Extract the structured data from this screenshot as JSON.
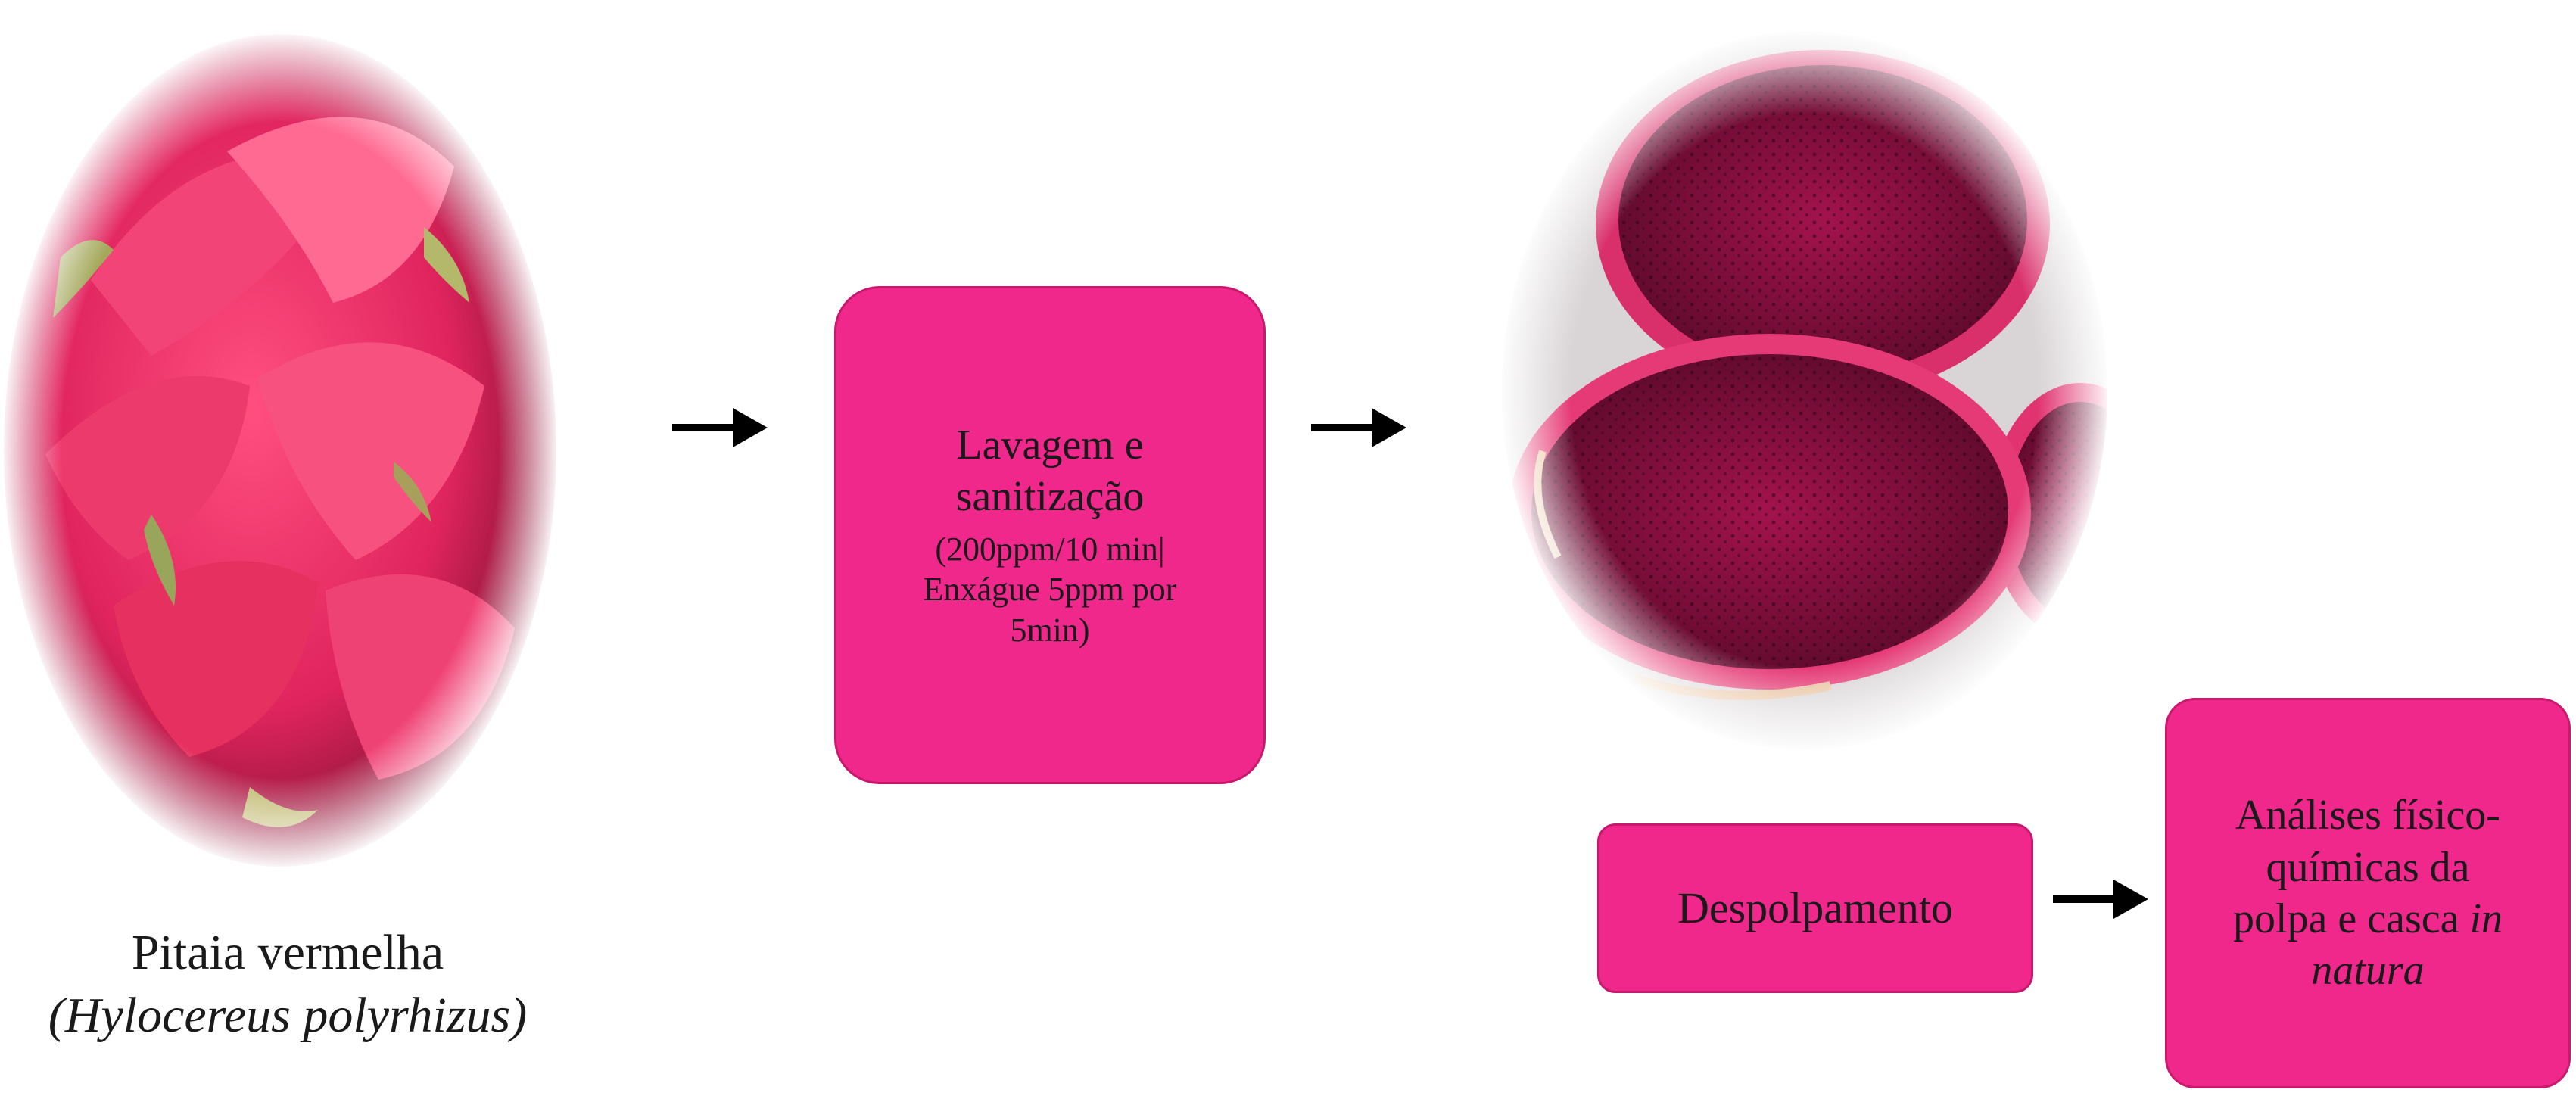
{
  "step1": {
    "photo_icon": "dragon-fruit-whole-photo",
    "caption_common": "Pitaia vermelha",
    "caption_scientific": "(Hylocereus polyrhizus)"
  },
  "step2": {
    "title_line1": "Lavagem e",
    "title_line2": "sanitização",
    "detail_line1": "(200ppm/10 min|",
    "detail_line2": "Enxágue 5ppm por",
    "detail_line3": "5min)"
  },
  "step3": {
    "photo_icon": "dragon-fruit-halves-photo",
    "label": "Despolpamento"
  },
  "step4": {
    "line1": "Análises físico-",
    "line2": "químicas da",
    "line3_prefix": "polpa e casca ",
    "line3_italic": "in",
    "line4_italic": "natura"
  },
  "colors": {
    "box_fill": "#f0288c",
    "box_border": "#c8196d",
    "arrow": "#000000",
    "fruit_skin": "#e0245e",
    "fruit_pulp": "#8a1040"
  }
}
